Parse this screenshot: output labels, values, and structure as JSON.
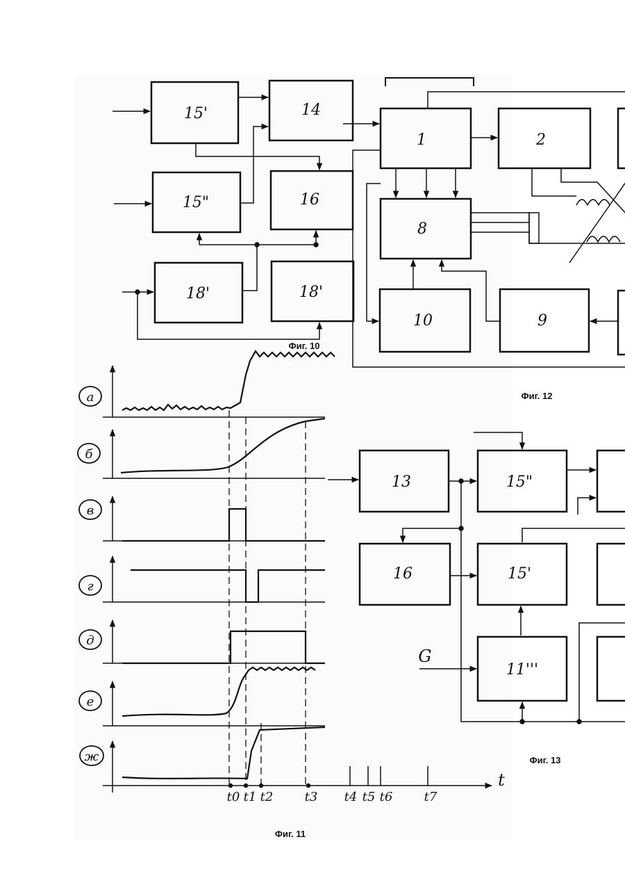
{
  "figures": {
    "fig10": {
      "caption": "Фиг. 10",
      "blocks": [
        "15'",
        "14",
        "15\"",
        "16",
        "18'",
        "18'"
      ]
    },
    "fig11": {
      "caption": "Фиг. 11",
      "trace_labels": [
        "а",
        "б",
        "в",
        "г",
        "д",
        "е",
        "ж"
      ],
      "axis_label": "t",
      "time_marks": [
        "t0",
        "t1",
        "t2",
        "t3",
        "t4",
        "t5",
        "t6",
        "t7"
      ]
    },
    "fig12": {
      "caption": "Фиг. 12",
      "blocks": [
        "1",
        "2",
        "8",
        "10",
        "9"
      ]
    },
    "fig13": {
      "caption": "Фиг. 13",
      "blocks": [
        "13",
        "15\"",
        "16",
        "15'",
        "11'''"
      ],
      "input_label": "G"
    }
  }
}
